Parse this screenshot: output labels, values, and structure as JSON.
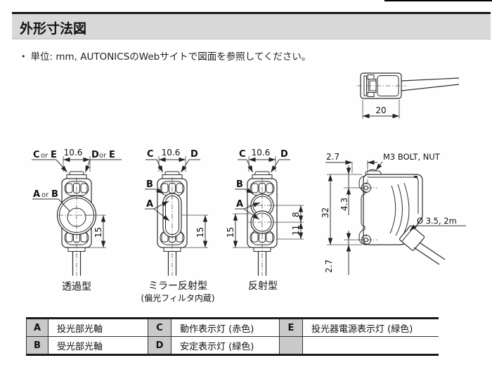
{
  "header": {
    "title": "外形寸法図"
  },
  "note": {
    "bullet": "•",
    "text": "単位: mm, AUTONICSのWebサイトで図面を参照してください。"
  },
  "labels": {
    "a": "A",
    "b": "B",
    "c": "C",
    "d": "D",
    "e": "E",
    "or": "or"
  },
  "dims": {
    "width_front": "10.6",
    "lens_to_bottom": "15",
    "lens_pitch": "8",
    "lower_lens": "11",
    "depth": "20",
    "edge_offset": "2.7",
    "height": "32",
    "hole_offset": "4.3",
    "bolt": "M3 BOLT, NUT",
    "cable": "Ø 3.5, 2m"
  },
  "captions": {
    "through": "透過型",
    "mirror": "ミラー反射型",
    "mirror_sub": "(偏光フィルタ内蔵)",
    "reflective": "反射型"
  },
  "legend": {
    "rows": [
      {
        "key1": "A",
        "val1": "投光部光軸",
        "key2": "C",
        "val2": "動作表示灯 (赤色)",
        "key3": "E",
        "val3": "投光器電源表示灯 (緑色)"
      },
      {
        "key1": "B",
        "val1": "受光部光軸",
        "key2": "D",
        "val2": "安定表示灯 (緑色)",
        "key3": "",
        "val3": ""
      }
    ]
  }
}
